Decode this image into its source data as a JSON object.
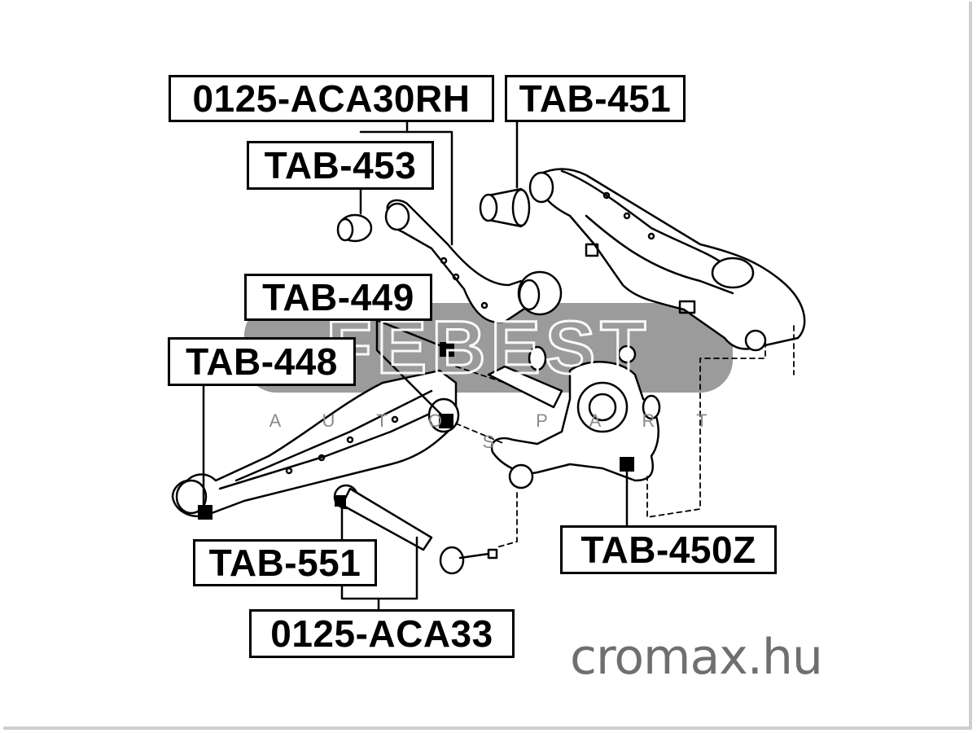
{
  "part_labels": {
    "p0125_aca30rh": "0125-ACA30RH",
    "tab_451": "TAB-451",
    "tab_453": "TAB-453",
    "tab_449": "TAB-449",
    "tab_448": "TAB-448",
    "tab_551": "TAB-551",
    "p0125_aca33": "0125-ACA33",
    "tab_450z": "TAB-450Z"
  },
  "watermark": {
    "brand": "FEBEST",
    "tagline_letters": [
      "A",
      "U",
      "T",
      "O",
      "P",
      "A",
      "R",
      "T",
      "S"
    ]
  },
  "website": "cromax.hu",
  "colors": {
    "line": "#000000",
    "watermark": "#8a8a8a",
    "website": "#6f6f6f",
    "part_fill": "#ffffff"
  }
}
